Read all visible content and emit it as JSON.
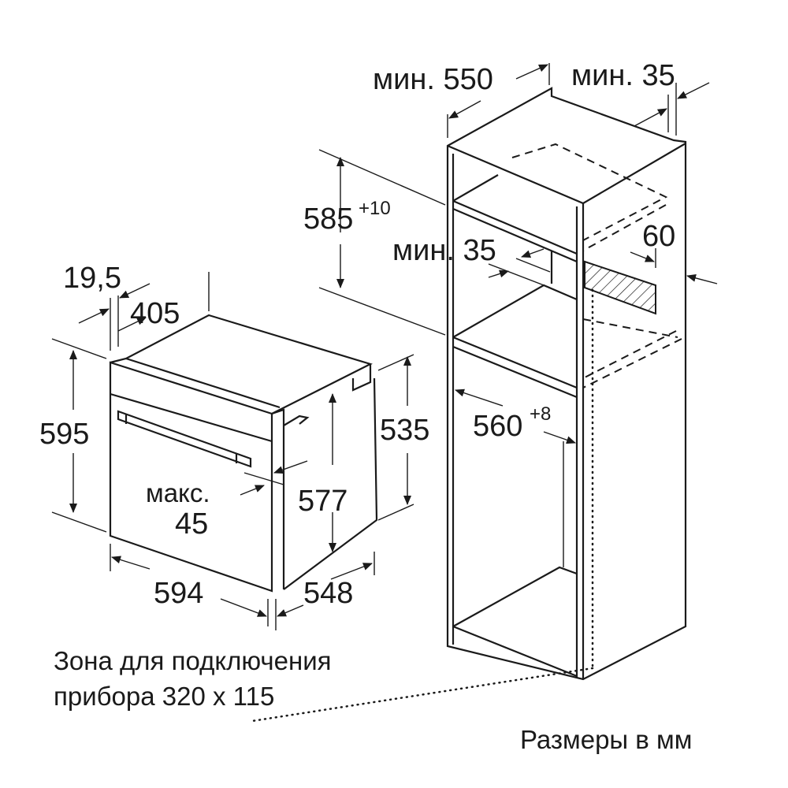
{
  "dimensions": {
    "cabinet_depth": "мин. 550",
    "rear_gap_top": "мин. 35",
    "niche_height": "585",
    "niche_height_tol": "+10",
    "rear_gap_mid": "мин. 35",
    "vent_depth": "60",
    "panel_offset": "19,5",
    "oven_top_depth": "405",
    "oven_height": "595",
    "oven_body_height": "535",
    "door_gap_label": "макс.",
    "door_gap_value": "45",
    "inner_height": "577",
    "oven_width": "594",
    "oven_depth": "548",
    "niche_width": "560",
    "niche_width_tol": "+8"
  },
  "notes": {
    "connection_line1": "Зона для подключения",
    "connection_line2": "прибора 320 x 115",
    "units": "Размеры в мм"
  }
}
